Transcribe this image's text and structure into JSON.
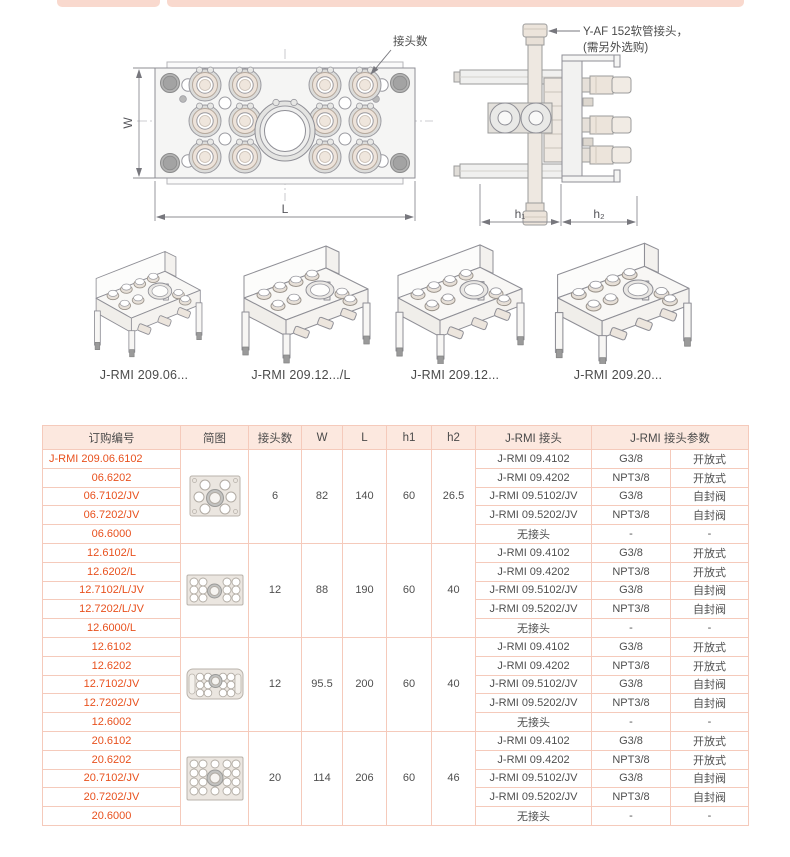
{
  "accent_color": "#e8511e",
  "drawings": {
    "front_view": {
      "w_label": "W",
      "l_label": "L",
      "callout": "接头数"
    },
    "side_view": {
      "h1_label": "h₁",
      "h2_label": "h₂",
      "callout_line1": "Y-AF 152软管接头，",
      "callout_line2": "(需另外选购)"
    }
  },
  "products": [
    {
      "caption": "J-RMI 209.06..."
    },
    {
      "caption": "J-RMI 209.12.../L"
    },
    {
      "caption": "J-RMI 209.12..."
    },
    {
      "caption": "J-RMI 209.20..."
    }
  ],
  "table": {
    "headers": [
      "订购编号",
      "简图",
      "接头数",
      "W",
      "L",
      "h1",
      "h2",
      "J-RMI 接头",
      "J-RMI 接头参数"
    ],
    "groups": [
      {
        "count": "6",
        "W": "82",
        "L": "140",
        "h1": "60",
        "h2": "26.5",
        "rows": [
          {
            "code": "J-RMI 209.06.6102",
            "jrmi": "J-RMI 09.4102",
            "thread": "G3/8",
            "type": "开放式"
          },
          {
            "code": "06.6202",
            "jrmi": "J-RMI 09.4202",
            "thread": "NPT3/8",
            "type": "开放式"
          },
          {
            "code": "06.7102/JV",
            "jrmi": "J-RMI 09.5102/JV",
            "thread": "G3/8",
            "type": "自封阀"
          },
          {
            "code": "06.7202/JV",
            "jrmi": "J-RMI 09.5202/JV",
            "thread": "NPT3/8",
            "type": "自封阀"
          },
          {
            "code": "06.6000",
            "jrmi": "无接头",
            "thread": "-",
            "type": "-"
          }
        ]
      },
      {
        "count": "12",
        "W": "88",
        "L": "190",
        "h1": "60",
        "h2": "40",
        "rows": [
          {
            "code": "12.6102/L",
            "jrmi": "J-RMI 09.4102",
            "thread": "G3/8",
            "type": "开放式"
          },
          {
            "code": "12.6202/L",
            "jrmi": "J-RMI 09.4202",
            "thread": "NPT3/8",
            "type": "开放式"
          },
          {
            "code": "12.7102/L/JV",
            "jrmi": "J-RMI 09.5102/JV",
            "thread": "G3/8",
            "type": "自封阀"
          },
          {
            "code": "12.7202/L/JV",
            "jrmi": "J-RMI 09.5202/JV",
            "thread": "NPT3/8",
            "type": "自封阀"
          },
          {
            "code": "12.6000/L",
            "jrmi": "无接头",
            "thread": "-",
            "type": "-"
          }
        ]
      },
      {
        "count": "12",
        "W": "95.5",
        "L": "200",
        "h1": "60",
        "h2": "40",
        "rows": [
          {
            "code": "12.6102",
            "jrmi": "J-RMI 09.4102",
            "thread": "G3/8",
            "type": "开放式"
          },
          {
            "code": "12.6202",
            "jrmi": "J-RMI 09.4202",
            "thread": "NPT3/8",
            "type": "开放式"
          },
          {
            "code": "12.7102/JV",
            "jrmi": "J-RMI 09.5102/JV",
            "thread": "G3/8",
            "type": "自封阀"
          },
          {
            "code": "12.7202/JV",
            "jrmi": "J-RMI 09.5202/JV",
            "thread": "NPT3/8",
            "type": "自封阀"
          },
          {
            "code": "12.6002",
            "jrmi": "无接头",
            "thread": "-",
            "type": "-"
          }
        ]
      },
      {
        "count": "20",
        "W": "114",
        "L": "206",
        "h1": "60",
        "h2": "46",
        "rows": [
          {
            "code": "20.6102",
            "jrmi": "J-RMI 09.4102",
            "thread": "G3/8",
            "type": "开放式"
          },
          {
            "code": "20.6202",
            "jrmi": "J-RMI 09.4202",
            "thread": "NPT3/8",
            "type": "开放式"
          },
          {
            "code": "20.7102/JV",
            "jrmi": "J-RMI 09.5102/JV",
            "thread": "G3/8",
            "type": "自封阀"
          },
          {
            "code": "20.7202/JV",
            "jrmi": "J-RMI 09.5202/JV",
            "thread": "NPT3/8",
            "type": "自封阀"
          },
          {
            "code": "20.6000",
            "jrmi": "无接头",
            "thread": "-",
            "type": "-"
          }
        ]
      }
    ]
  }
}
